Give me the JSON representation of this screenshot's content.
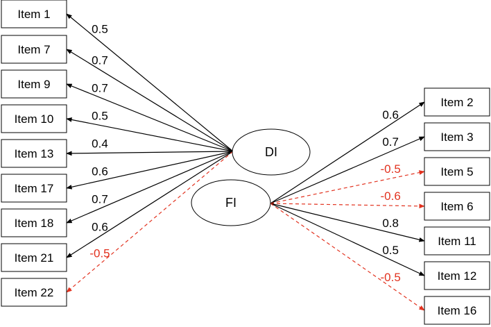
{
  "colors": {
    "positive": "#000000",
    "negative": "#e2321f"
  },
  "factors": [
    {
      "id": "DI",
      "label": "DI"
    },
    {
      "id": "FI",
      "label": "FI"
    }
  ],
  "items": [
    {
      "id": "item1",
      "label": "Item 1"
    },
    {
      "id": "item7",
      "label": "Item 7"
    },
    {
      "id": "item9",
      "label": "Item 9"
    },
    {
      "id": "item10",
      "label": "Item 10"
    },
    {
      "id": "item13",
      "label": "Item 13"
    },
    {
      "id": "item17",
      "label": "Item 17"
    },
    {
      "id": "item18",
      "label": "Item 18"
    },
    {
      "id": "item21",
      "label": "Item 21"
    },
    {
      "id": "item22",
      "label": "Item 22"
    },
    {
      "id": "item2",
      "label": "Item 2"
    },
    {
      "id": "item3",
      "label": "Item 3"
    },
    {
      "id": "item5",
      "label": "Item 5"
    },
    {
      "id": "item6",
      "label": "Item 6"
    },
    {
      "id": "item11",
      "label": "Item 11"
    },
    {
      "id": "item12",
      "label": "Item 12"
    },
    {
      "id": "item16",
      "label": "Item 16"
    }
  ],
  "loadings": [
    {
      "factor": "DI",
      "item": "item1",
      "label": "0.5",
      "value": 0.5,
      "negative": false
    },
    {
      "factor": "DI",
      "item": "item7",
      "label": "0.7",
      "value": 0.7,
      "negative": false
    },
    {
      "factor": "DI",
      "item": "item9",
      "label": "0.7",
      "value": 0.7,
      "negative": false
    },
    {
      "factor": "DI",
      "item": "item10",
      "label": "0.5",
      "value": 0.5,
      "negative": false
    },
    {
      "factor": "DI",
      "item": "item13",
      "label": "0.4",
      "value": 0.4,
      "negative": false
    },
    {
      "factor": "DI",
      "item": "item17",
      "label": "0.6",
      "value": 0.6,
      "negative": false
    },
    {
      "factor": "DI",
      "item": "item18",
      "label": "0.7",
      "value": 0.7,
      "negative": false
    },
    {
      "factor": "DI",
      "item": "item21",
      "label": "0.6",
      "value": 0.6,
      "negative": false
    },
    {
      "factor": "DI",
      "item": "item22",
      "label": "-0.5",
      "value": -0.5,
      "negative": true
    },
    {
      "factor": "FI",
      "item": "item2",
      "label": "0.6",
      "value": 0.6,
      "negative": false
    },
    {
      "factor": "FI",
      "item": "item3",
      "label": "0.7",
      "value": 0.7,
      "negative": false
    },
    {
      "factor": "FI",
      "item": "item5",
      "label": "-0.5",
      "value": -0.5,
      "negative": true
    },
    {
      "factor": "FI",
      "item": "item6",
      "label": "-0.6",
      "value": -0.6,
      "negative": true
    },
    {
      "factor": "FI",
      "item": "item11",
      "label": "0.8",
      "value": 0.8,
      "negative": false
    },
    {
      "factor": "FI",
      "item": "item12",
      "label": "0.5",
      "value": 0.5,
      "negative": false
    },
    {
      "factor": "FI",
      "item": "item16",
      "label": "-0.5",
      "value": -0.5,
      "negative": true
    }
  ]
}
